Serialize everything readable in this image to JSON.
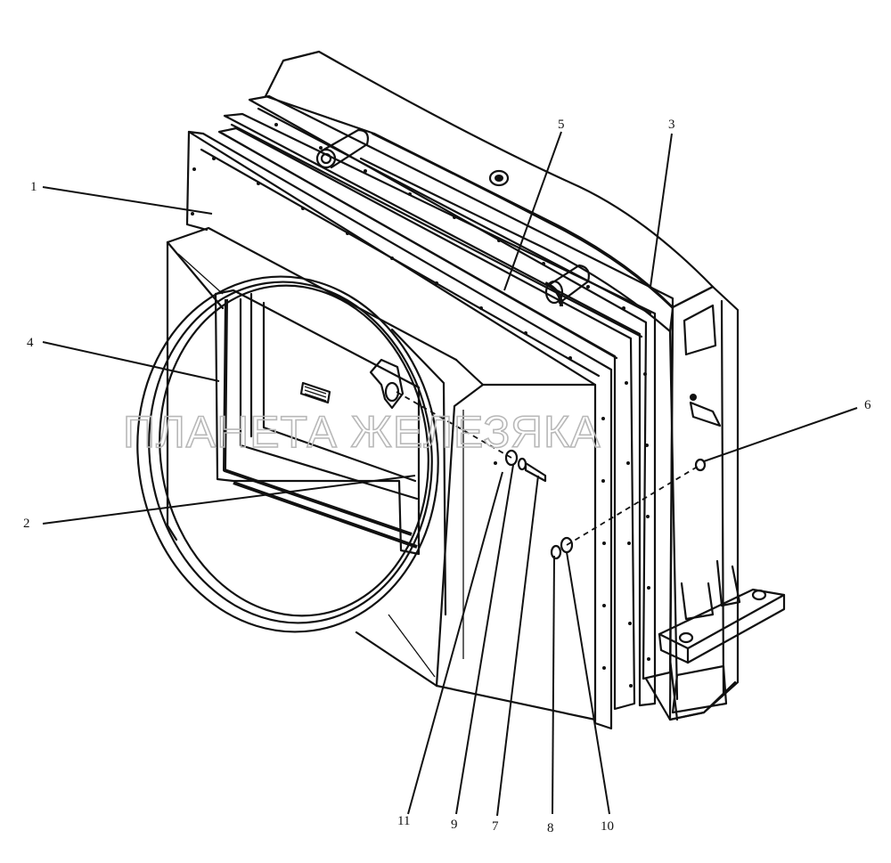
{
  "watermark": "ПЛАНЕТА ЖЕЛЕЗЯКА",
  "callouts": [
    {
      "id": "c1",
      "text": "1"
    },
    {
      "id": "c2",
      "text": "2"
    },
    {
      "id": "c3",
      "text": "3"
    },
    {
      "id": "c4",
      "text": "4"
    },
    {
      "id": "c5",
      "text": "5"
    },
    {
      "id": "c6",
      "text": "6"
    },
    {
      "id": "c7",
      "text": "7"
    },
    {
      "id": "c8",
      "text": "8"
    },
    {
      "id": "c9",
      "text": "9"
    },
    {
      "id": "c10",
      "text": "10"
    },
    {
      "id": "c11",
      "text": "11"
    }
  ]
}
